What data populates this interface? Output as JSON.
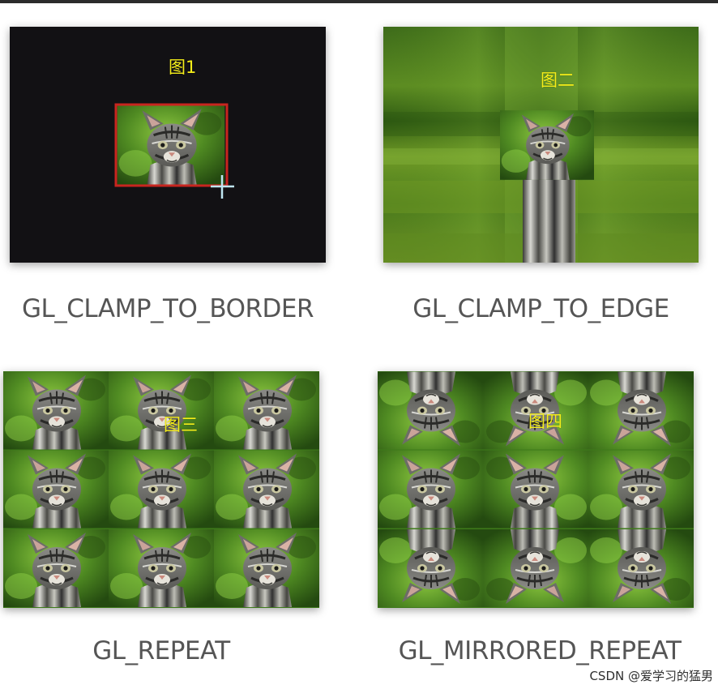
{
  "panels": [
    {
      "caption": "GL_CLAMP_TO_BORDER",
      "label": "图1"
    },
    {
      "caption": "GL_CLAMP_TO_EDGE",
      "label": "图二"
    },
    {
      "caption": "GL_REPEAT",
      "label": "图三"
    },
    {
      "caption": "GL_MIRRORED_REPEAT",
      "label": "图四"
    }
  ],
  "watermark": "CSDN @爱学习的猛男",
  "colors": {
    "label": "#f5ee1a",
    "caption": "#555555",
    "border_fill": "#121114",
    "selection": "#c8251f",
    "grass_dark": "#2f5c14",
    "grass_light": "#6aa532"
  },
  "icons": [
    "kitten-texture-icon",
    "crosshair-cursor-icon"
  ]
}
